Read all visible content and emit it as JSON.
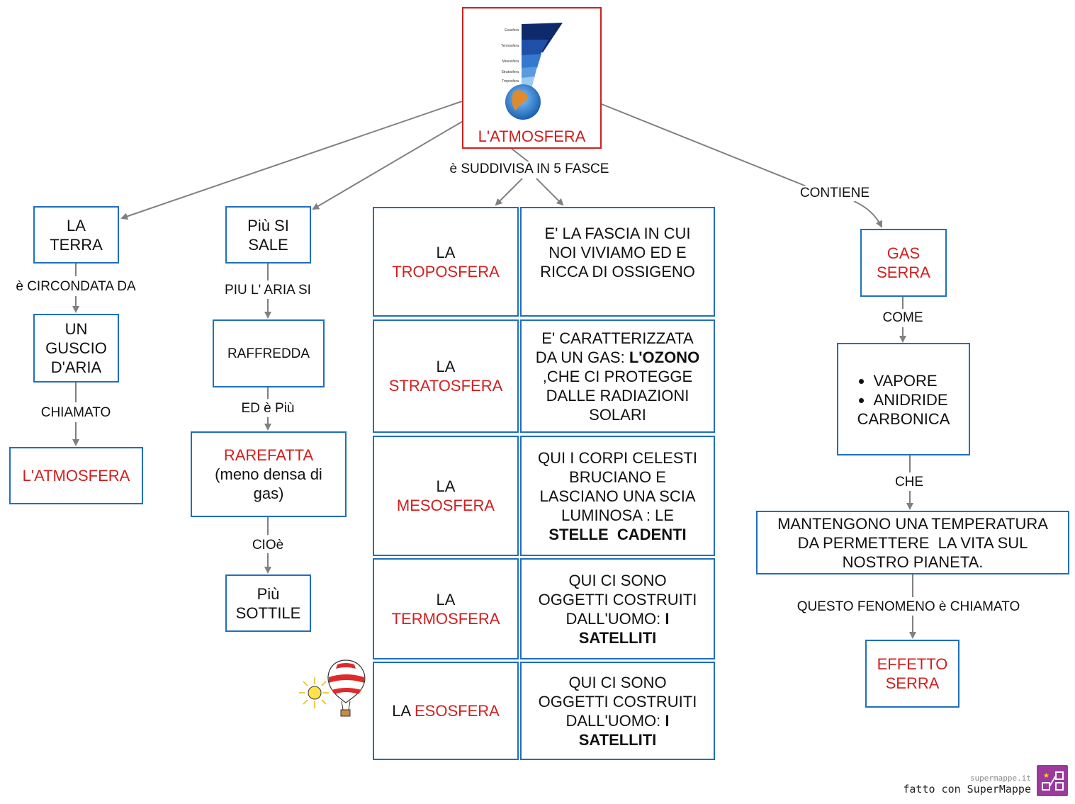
{
  "root": {
    "title": "L'ATMOSFERA",
    "layers_image_labels": [
      "Esosfera",
      "Termosfera",
      "Mesosfera",
      "Stratosfera",
      "Troposfera"
    ]
  },
  "left_branch": {
    "node1": [
      "LA",
      "TERRA"
    ],
    "link1": "è CIRCONDATA DA",
    "node2": [
      "UN",
      "GUSCIO",
      "D'ARIA"
    ],
    "link2": "CHIAMATO",
    "node3": "L'ATMOSFERA"
  },
  "second_branch": {
    "node1": [
      "Più SI",
      "SALE"
    ],
    "link1": "PIU L' ARIA SI",
    "node2": "RAFFREDDA",
    "link2": "ED è Più",
    "node3_red": "RAREFATTA",
    "node3_rest": [
      "(meno densa di",
      "gas)"
    ],
    "link3": "CIOè",
    "node4": [
      "Più",
      "SOTTILE"
    ]
  },
  "center": {
    "link": "è SUDDIVISA IN 5 FASCE",
    "layers": [
      {
        "prefix": "LA",
        "name": "TROPOSFERA",
        "desc": [
          {
            "t": "E' LA FASCIA IN CUI"
          },
          {
            "t": "NOI VIVIAMO ED E"
          },
          {
            "t": "RICCA DI OSSIGENO"
          }
        ]
      },
      {
        "prefix": "LA",
        "name": "STRATOSFERA",
        "desc_l1": "E' CARATTERIZZATA",
        "desc_l2a": "DA UN GAS: ",
        "desc_l2b": "L'OZONO",
        "desc_l3": ",CHE CI PROTEGGE",
        "desc_l4": "DALLE RADIAZIONI",
        "desc_l5": "SOLARI"
      },
      {
        "prefix": "LA",
        "name": "MESOSFERA",
        "desc_lines": [
          "QUI I CORPI CELESTI",
          "BRUCIANO E",
          "LASCIANO UNA SCIA",
          "LUMINOSA : LE"
        ],
        "desc_bold": "STELLE  CADENTI"
      },
      {
        "prefix": "LA",
        "name": "TERMOSFERA",
        "desc_lines": [
          "QUI CI SONO",
          "OGGETTI COSTRUITI"
        ],
        "desc_l3a": "DALL'UOMO: ",
        "desc_l3b": "I",
        "desc_bold": "SATELLITI"
      },
      {
        "prefix": "LA ",
        "name": "ESOSFERA",
        "desc_lines": [
          "QUI CI SONO",
          "OGGETTI COSTRUITI"
        ],
        "desc_l3a": "DALL'UOMO: ",
        "desc_l3b": "I",
        "desc_bold": "SATELLITI"
      }
    ]
  },
  "right_branch": {
    "link1": "CONTIENE",
    "node1": [
      "GAS",
      "SERRA"
    ],
    "link2": "COME",
    "items": [
      "VAPORE",
      "ANIDRIDE"
    ],
    "item_cont": "CARBONICA",
    "link3": "CHE",
    "node3": [
      "MANTENGONO UNA TEMPERATURA",
      "DA PERMETTERE  LA VITA SUL",
      "NOSTRO PIANETA."
    ],
    "link4": "QUESTO FENOMENO è CHIAMATO",
    "node4": [
      "EFFETTO",
      "SERRA"
    ]
  },
  "credit": {
    "site": "supermappe.it",
    "made_with": "fatto con SuperMappe"
  },
  "colors": {
    "box_border": "#1f6fbf",
    "root_border": "#d21f1f",
    "accent_red": "#d21f1f",
    "connector": "#808080",
    "logo_purple": "#9b3a9b"
  }
}
